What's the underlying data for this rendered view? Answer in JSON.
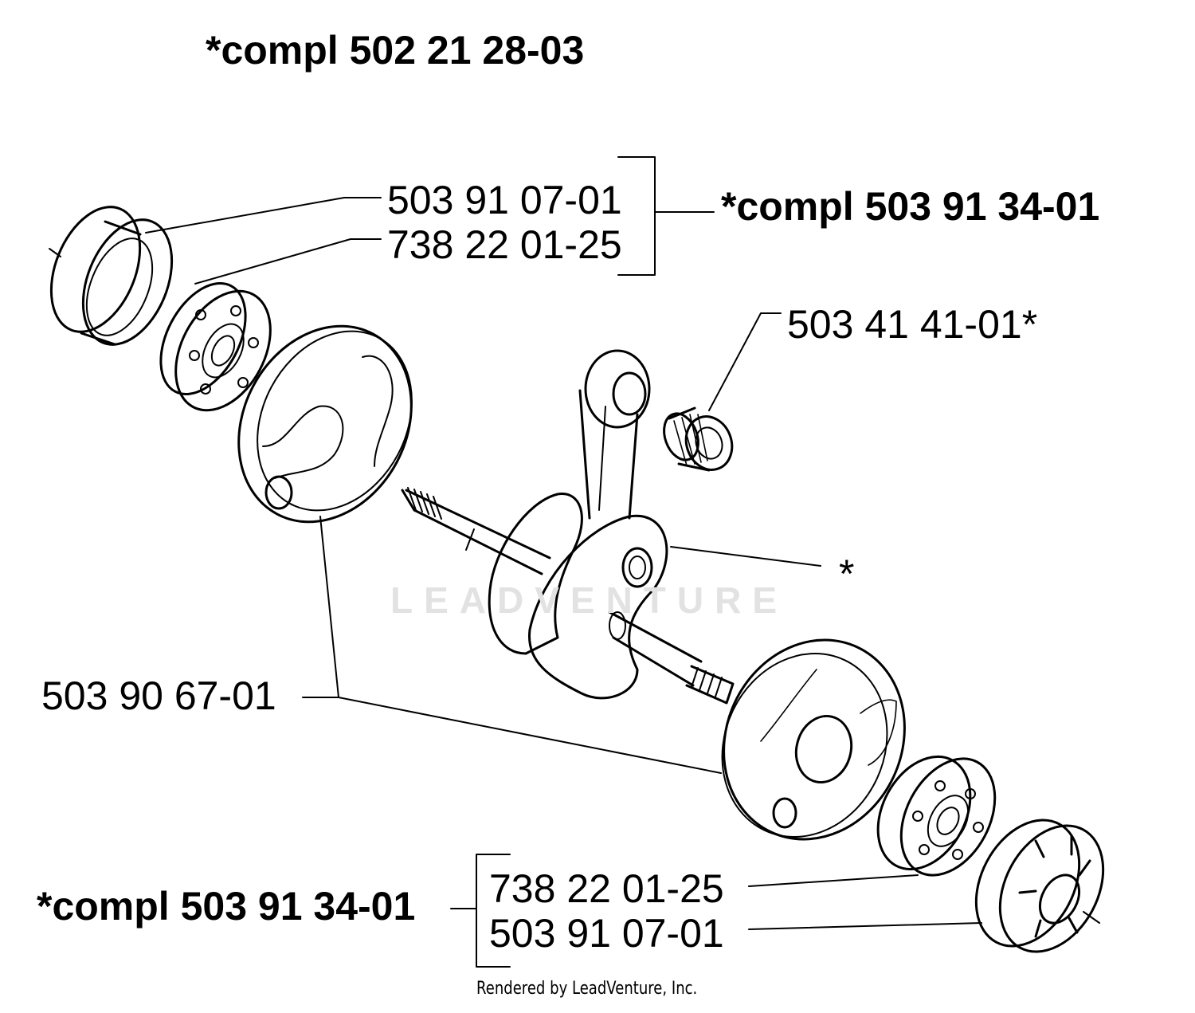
{
  "header": {
    "assembly": "*compl 502 21 28-03"
  },
  "callouts": {
    "seal_top": "503 91 07-01",
    "bearing_top": "738 22 01-25",
    "kit_top": "*compl 503 91 34-01",
    "needle_bearing": "503 41 41-01*",
    "crank_mark": "*",
    "crankcase_halves": "503 90 67-01",
    "kit_bottom": "*compl 503 91 34-01",
    "bearing_bottom": "738 22 01-25",
    "seal_bottom": "503 91 07-01"
  },
  "watermark": "LEADVENTURE",
  "footer": "Rendered by LeadVenture, Inc."
}
